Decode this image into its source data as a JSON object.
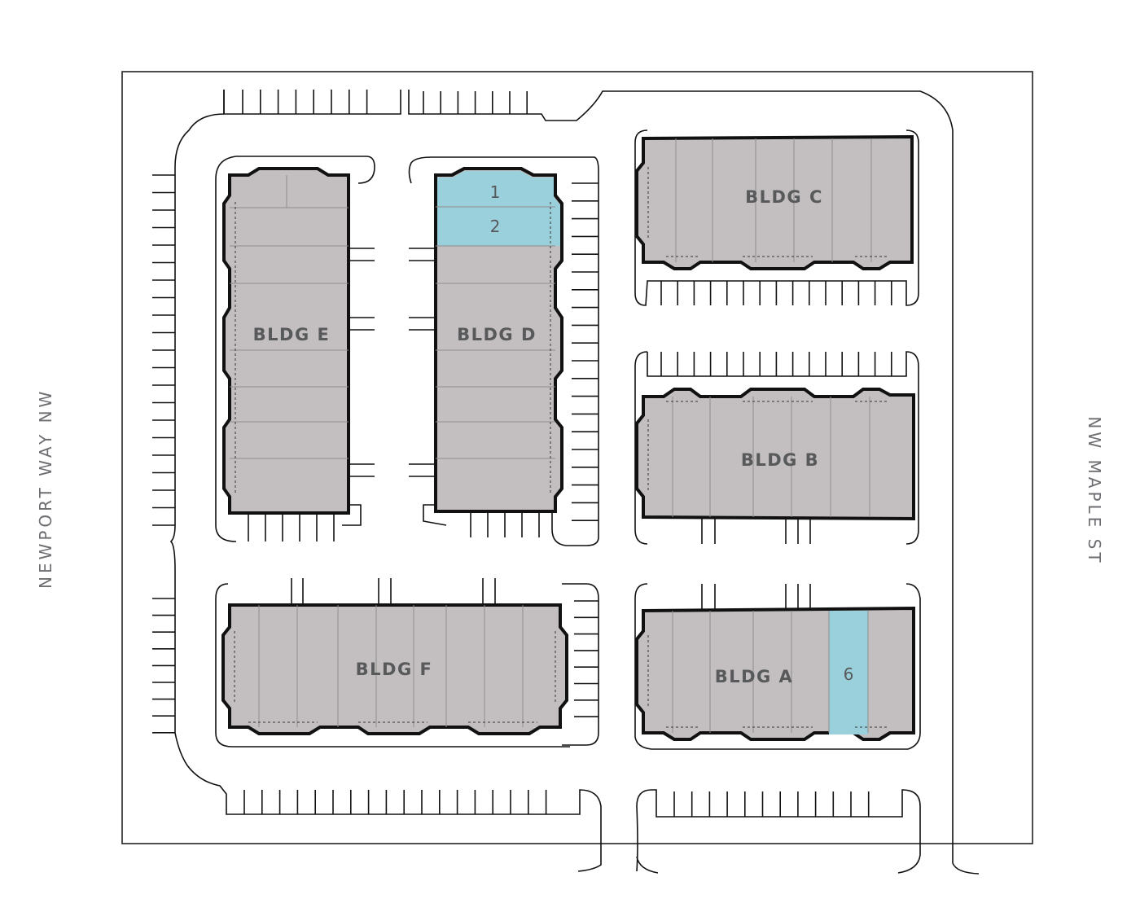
{
  "roads": {
    "west": "NEWPORT WAY NW",
    "east": "NW MAPLE ST"
  },
  "colors": {
    "building_fill": "#c3bfc0",
    "highlight_fill": "#99d0db",
    "outline": "#111111",
    "label": "#58595b",
    "road_label": "#6d6e71"
  },
  "buildings": {
    "a": {
      "label": "BLDG A",
      "highlighted_unit": "6"
    },
    "b": {
      "label": "BLDG B"
    },
    "c": {
      "label": "BLDG C"
    },
    "d": {
      "label": "BLDG D",
      "highlighted_units": [
        "1",
        "2"
      ]
    },
    "e": {
      "label": "BLDG E"
    },
    "f": {
      "label": "BLDG F"
    }
  }
}
